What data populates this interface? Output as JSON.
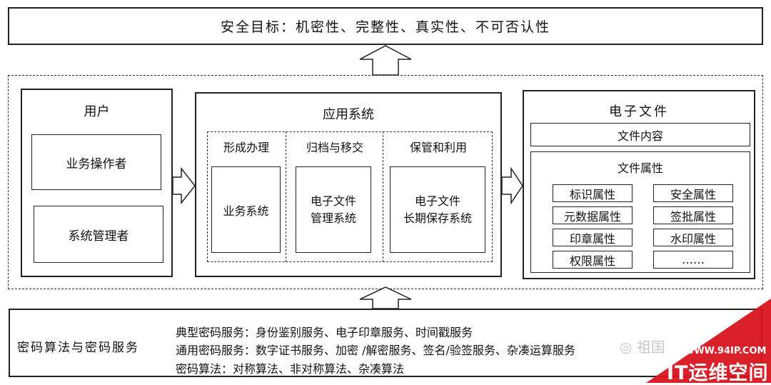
{
  "goal": "安全目标：机密性、完整性、真实性、不可否认性",
  "user": {
    "title": "用户",
    "roles": [
      "业务操作者",
      "系统管理者"
    ]
  },
  "app": {
    "title": "应用系统",
    "stages": [
      {
        "label": "形成办理",
        "system": "业务系统"
      },
      {
        "label": "归档与移交",
        "system": "电子文件\n管理系统"
      },
      {
        "label": "保管和利用",
        "system": "电子文件\n长期保存系统"
      }
    ]
  },
  "efile": {
    "title": "电子文件",
    "content": "文件内容",
    "attr_title": "文件属性",
    "attrs": [
      "标识属性",
      "安全属性",
      "元数据属性",
      "签批属性",
      "印章属性",
      "水印属性",
      "权限属性",
      "……"
    ]
  },
  "crypto": {
    "title": "密码算法与密码服务",
    "lines": [
      "典型密码服务：身份鉴别服务、电子印章服务、时间戳服务",
      "通用密码服务：数字证书服务、加密 /解密服务、签名/验签服务、杂凑运算服务",
      "密码算法：对称算法、非对称算法、杂凑算法"
    ]
  },
  "watermark": {
    "site": "WWW.94IP.COM",
    "brand": "IT运维空间",
    "wechat": "祖国"
  },
  "colors": {
    "stroke": "#222222",
    "watermark_red": "#d8141c"
  }
}
